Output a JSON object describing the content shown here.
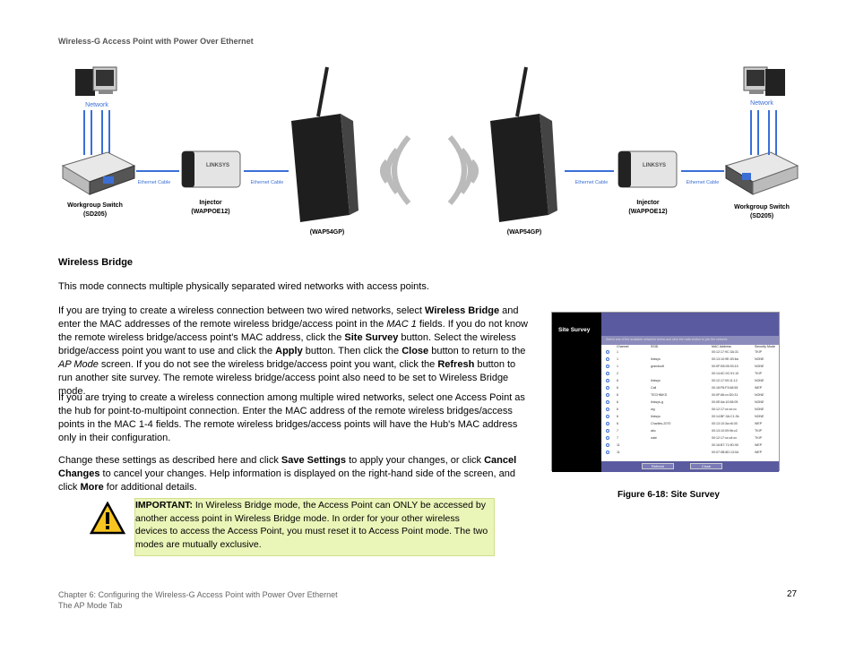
{
  "header": {
    "title": "Wireless-G Access Point with Power Over Ethernet"
  },
  "diagram": {
    "network_label": "Network",
    "ethernet_cable_label": "Ethernet Cable",
    "switch_label": "Workgroup Switch",
    "switch_model": "(SD205)",
    "injector_label": "Injector",
    "injector_model": "(WAPPOE12)",
    "ap_model": "(WAP54GP)",
    "brand": "LINKSYS"
  },
  "section": {
    "title": "Wireless Bridge",
    "p1": "This mode connects multiple physically separated wired networks with access points.",
    "p2_a": "If you are trying to create a wireless connection between two wired networks, select ",
    "p2_b": "Wireless Bridge",
    "p2_c": " and enter the MAC addresses of the remote wireless bridge/access point in the ",
    "p2_d": "MAC 1",
    "p2_e": " fields. If you do not know the remote wireless bridge/access point's MAC address, click the ",
    "p2_f": "Site Survey",
    "p2_g": " button. Select the wireless bridge/access point you want to use and click the ",
    "p2_h": "Apply",
    "p2_i": " button. Then click the ",
    "p2_j": "Close",
    "p2_k": " button to return to the ",
    "p2_l": "AP Mode",
    "p2_m": " screen. If you do not see the wireless bridge/access point you want, click the ",
    "p2_n": "Refresh",
    "p2_o": " button to run another site survey. The remote wireless bridge/access point also need to be set to Wireless Bridge mode.",
    "p3": "If you are trying to create a wireless connection among multiple wired networks, select one Access Point as the hub for point-to-multipoint connection. Enter the MAC address of the remote wireless bridges/access points in the MAC 1-4 fields. The remote wireless bridges/access points will have the Hub's MAC address only in their configuration.",
    "p4_a": "Change these settings as described here and click ",
    "p4_b": "Save Settings",
    "p4_c": " to apply your changes, or click ",
    "p4_d": "Cancel Changes",
    "p4_e": " to cancel your changes. Help information is displayed on the right-hand side of the screen, and click ",
    "p4_f": "More",
    "p4_g": " for additional details."
  },
  "warning": {
    "label": "IMPORTANT:",
    "text": " In Wireless Bridge mode, the Access Point can ONLY be accessed by another access point in Wireless Bridge mode. In order for your other wireless devices to access the Access Point, you must reset it to Access Point mode. The two modes are mutually exclusive."
  },
  "figure": {
    "title": "Site Survey",
    "instruction": "Select one of the available networks below and click the radio button to join the network.",
    "columns": [
      "Channel",
      "SSID",
      "MAC Address",
      "Security Mode"
    ],
    "rows": [
      [
        "1",
        "",
        "00:12:17:9C:3A:31",
        "TKIP"
      ],
      [
        "1",
        "linksys",
        "00:13:10:9E:1B:6a",
        "NONE"
      ],
      [
        "1",
        "grandsoft",
        "00:0F:B5:05:93:15",
        "NONE"
      ],
      [
        "2",
        "",
        "00:14:6C:0C:91:10",
        "TKIP"
      ],
      [
        "6",
        "linksys",
        "00:12:17:09:11:12",
        "NONE"
      ],
      [
        "6",
        "Call",
        "00:18:F8:F3:68:55",
        "WEP"
      ],
      [
        "6",
        "TECHNIKS",
        "00:0F:66:xx:D0:31",
        "NONE"
      ],
      [
        "6",
        "linksys-g",
        "00:0E:6a:10:58:05",
        "NONE"
      ],
      [
        "6",
        "wg",
        "00:12:17:xx:xx:xx",
        "NONE"
      ],
      [
        "6",
        "linksys",
        "00:14:BF:3A:C1:3b",
        "NONE"
      ],
      [
        "6",
        "Charlies-2070",
        "00:13:10:3a:x6:30",
        "WEP"
      ],
      [
        "7",
        "abc",
        "00:13:10:09:9b:c2",
        "TKIP"
      ],
      [
        "7",
        "nate",
        "00:12:17:xx:c4:xx",
        "TKIP"
      ],
      [
        "11",
        "",
        "00:16:B7:71:9D:90",
        "WEP"
      ],
      [
        "11",
        "",
        "00:07:0B:8D:13:0d",
        "WEP"
      ]
    ],
    "refresh_label": "Refresh",
    "close_label": "Close",
    "caption": "Figure 6-18: Site Survey"
  },
  "footer": {
    "line1": "Chapter 6: Configuring the Wireless-G Access Point with Power Over Ethernet",
    "line2": "The AP Mode Tab",
    "page": "27"
  },
  "colors": {
    "accent_blue": "#3b6fd6",
    "figure_header": "#5a5aa0",
    "warning_bg": "#eaf5b8"
  }
}
